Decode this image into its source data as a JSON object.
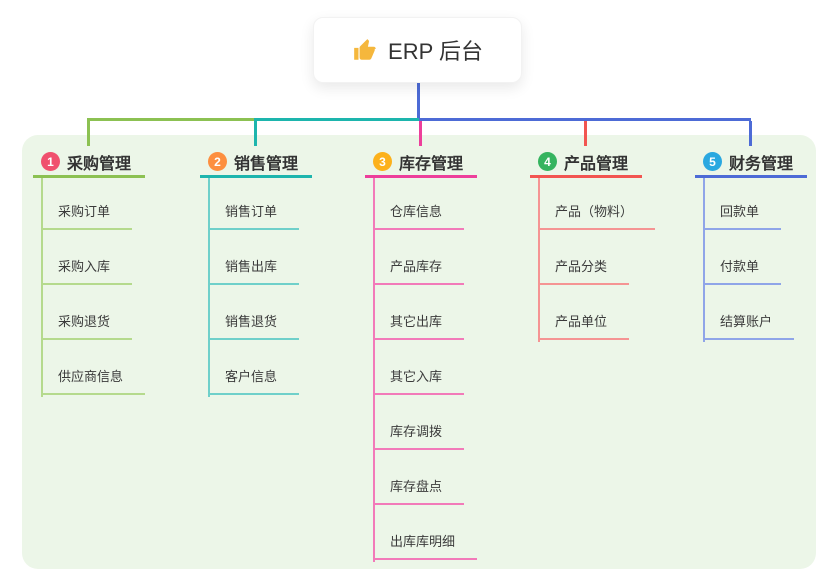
{
  "root": {
    "title": "ERP 后台",
    "icon": "thumbs-up-icon",
    "icon_color": "#f5b73c"
  },
  "theme": {
    "canvas_bg": "#ffffff",
    "panel_bg": "#ecf6e8",
    "root_connector_color": "#4d6bd6",
    "label_color": "#333333",
    "child_label_color": "#3b3b3b"
  },
  "branches": [
    {
      "badge": "1",
      "badge_color": "#f0506e",
      "label": "采购管理",
      "line_color": "#8cc152",
      "child_line_color": "#b5da8d",
      "children": [
        "采购订单",
        "采购入库",
        "采购退货",
        "供应商信息"
      ]
    },
    {
      "badge": "2",
      "badge_color": "#fd8f3f",
      "label": "销售管理",
      "line_color": "#1db5ad",
      "child_line_color": "#6fd0ca",
      "children": [
        "销售订单",
        "销售出库",
        "销售退货",
        "客户信息"
      ]
    },
    {
      "badge": "3",
      "badge_color": "#fcb11b",
      "label": "库存管理",
      "line_color": "#ed3f9b",
      "child_line_color": "#f27ab9",
      "children": [
        "仓库信息",
        "产品库存",
        "其它出库",
        "其它入库",
        "库存调拨",
        "库存盘点",
        "出库库明细"
      ]
    },
    {
      "badge": "4",
      "badge_color": "#35b45f",
      "label": "产品管理",
      "line_color": "#f25551",
      "child_line_color": "#f59493",
      "children": [
        "产品（物料）",
        "产品分类",
        "产品单位"
      ]
    },
    {
      "badge": "5",
      "badge_color": "#2aa8e0",
      "label": "财务管理",
      "line_color": "#4d6bd6",
      "child_line_color": "#8fa5e8",
      "children": [
        "回款单",
        "付款单",
        "结算账户"
      ]
    }
  ]
}
